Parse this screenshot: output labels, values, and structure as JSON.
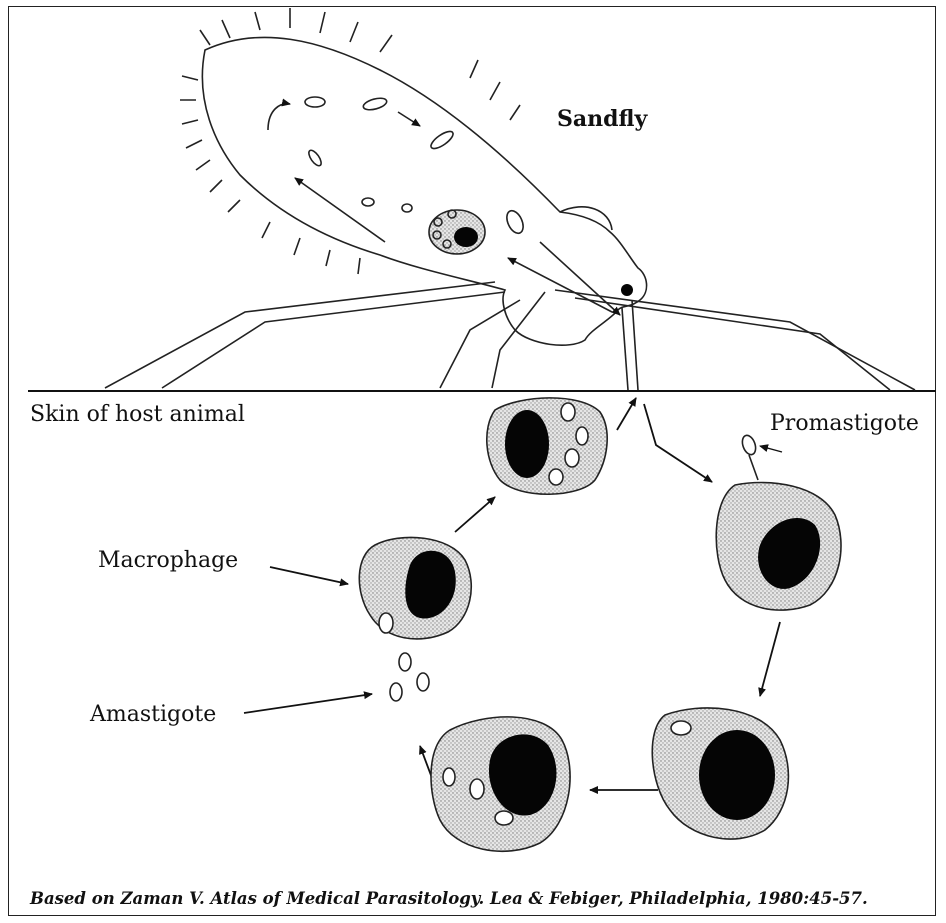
{
  "labels": {
    "sandfly": "Sandfly",
    "skin": "Skin of host animal",
    "promastigote": "Promastigote",
    "macrophage": "Macrophage",
    "amastigote": "Amastigote"
  },
  "caption": "Based on Zaman V. Atlas of Medical Parasitology. Lea & Febiger, Philadelphia, 1980:45-57.",
  "colors": {
    "ink": "#111111",
    "cytoplasm_stipple": "#c8c8c8",
    "nucleus": "#050505"
  }
}
